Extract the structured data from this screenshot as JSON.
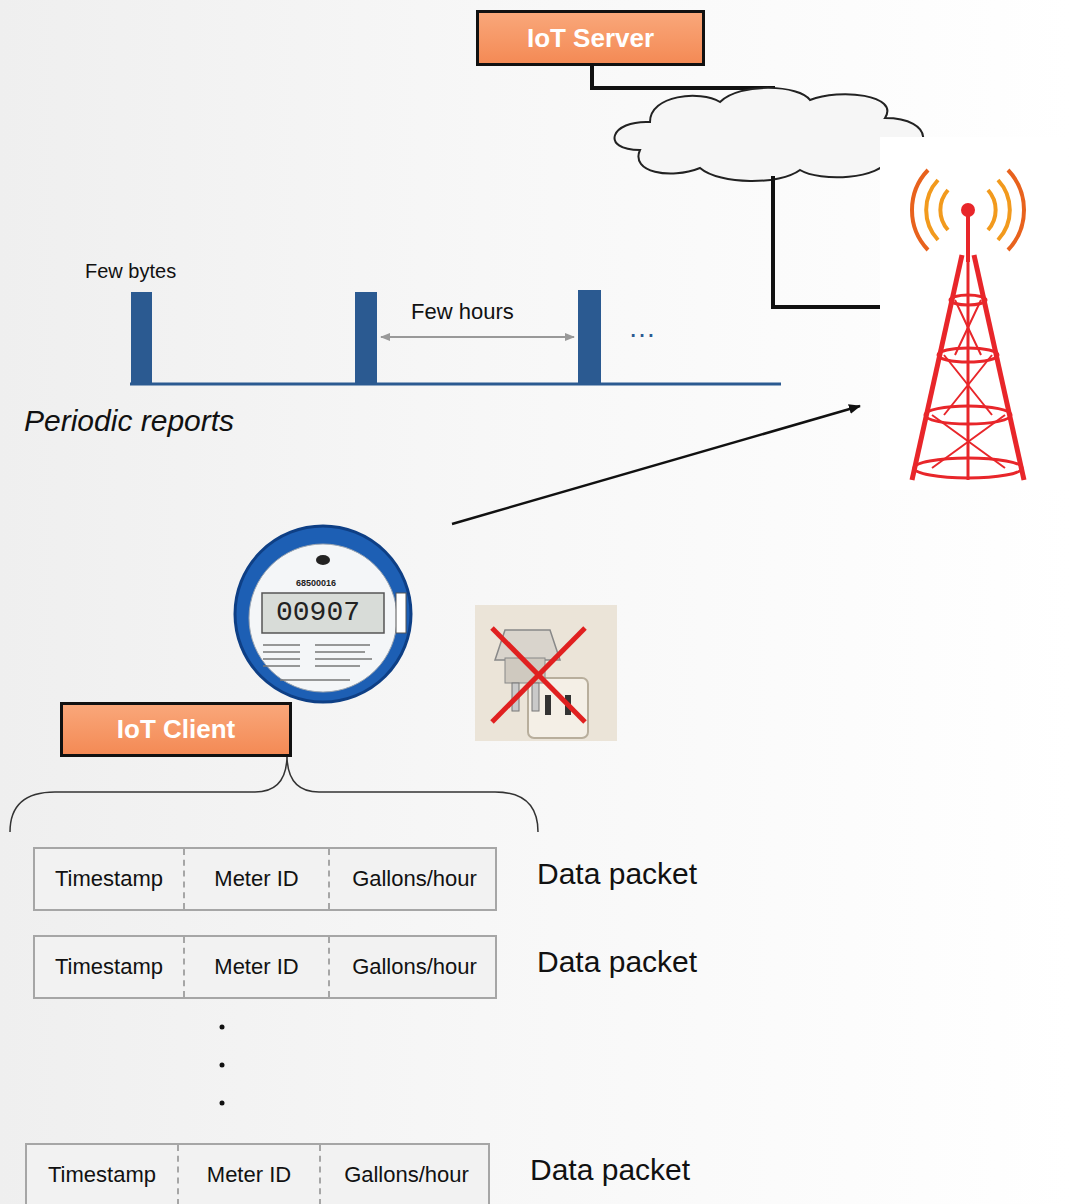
{
  "diagram": {
    "nodes": [
      {
        "text": [
          "IoT Server"
        ]
      },
      {
        "text": [
          "IoT Client"
        ]
      },
      {
        "text": [
          "Data packet"
        ]
      },
      {
        "text": [
          "Timestamp"
        ],
        "in": 2
      },
      {
        "text": [
          "Meter ID"
        ],
        "in": 2
      },
      {
        "text": [
          "Gallons/hour"
        ],
        "in": 2
      },
      {
        "text": [
          "Data packet"
        ]
      },
      {
        "text": [
          "Timestamp"
        ],
        "in": 6
      },
      {
        "text": [
          "Meter ID"
        ],
        "in": 6
      },
      {
        "text": [
          "Gallons/hour"
        ],
        "in": 6
      },
      {
        "text": [
          "Data packet"
        ]
      },
      {
        "text": [
          "Timestamp"
        ],
        "in": 10
      },
      {
        "text": [
          "Meter ID"
        ],
        "in": 10
      },
      {
        "text": [
          "Gallons/hour"
        ],
        "in": 10
      }
    ],
    "labels": [
      "Few bytes",
      "Few hours",
      "…",
      "Periodic reports",
      "68500016",
      "00907"
    ]
  }
}
